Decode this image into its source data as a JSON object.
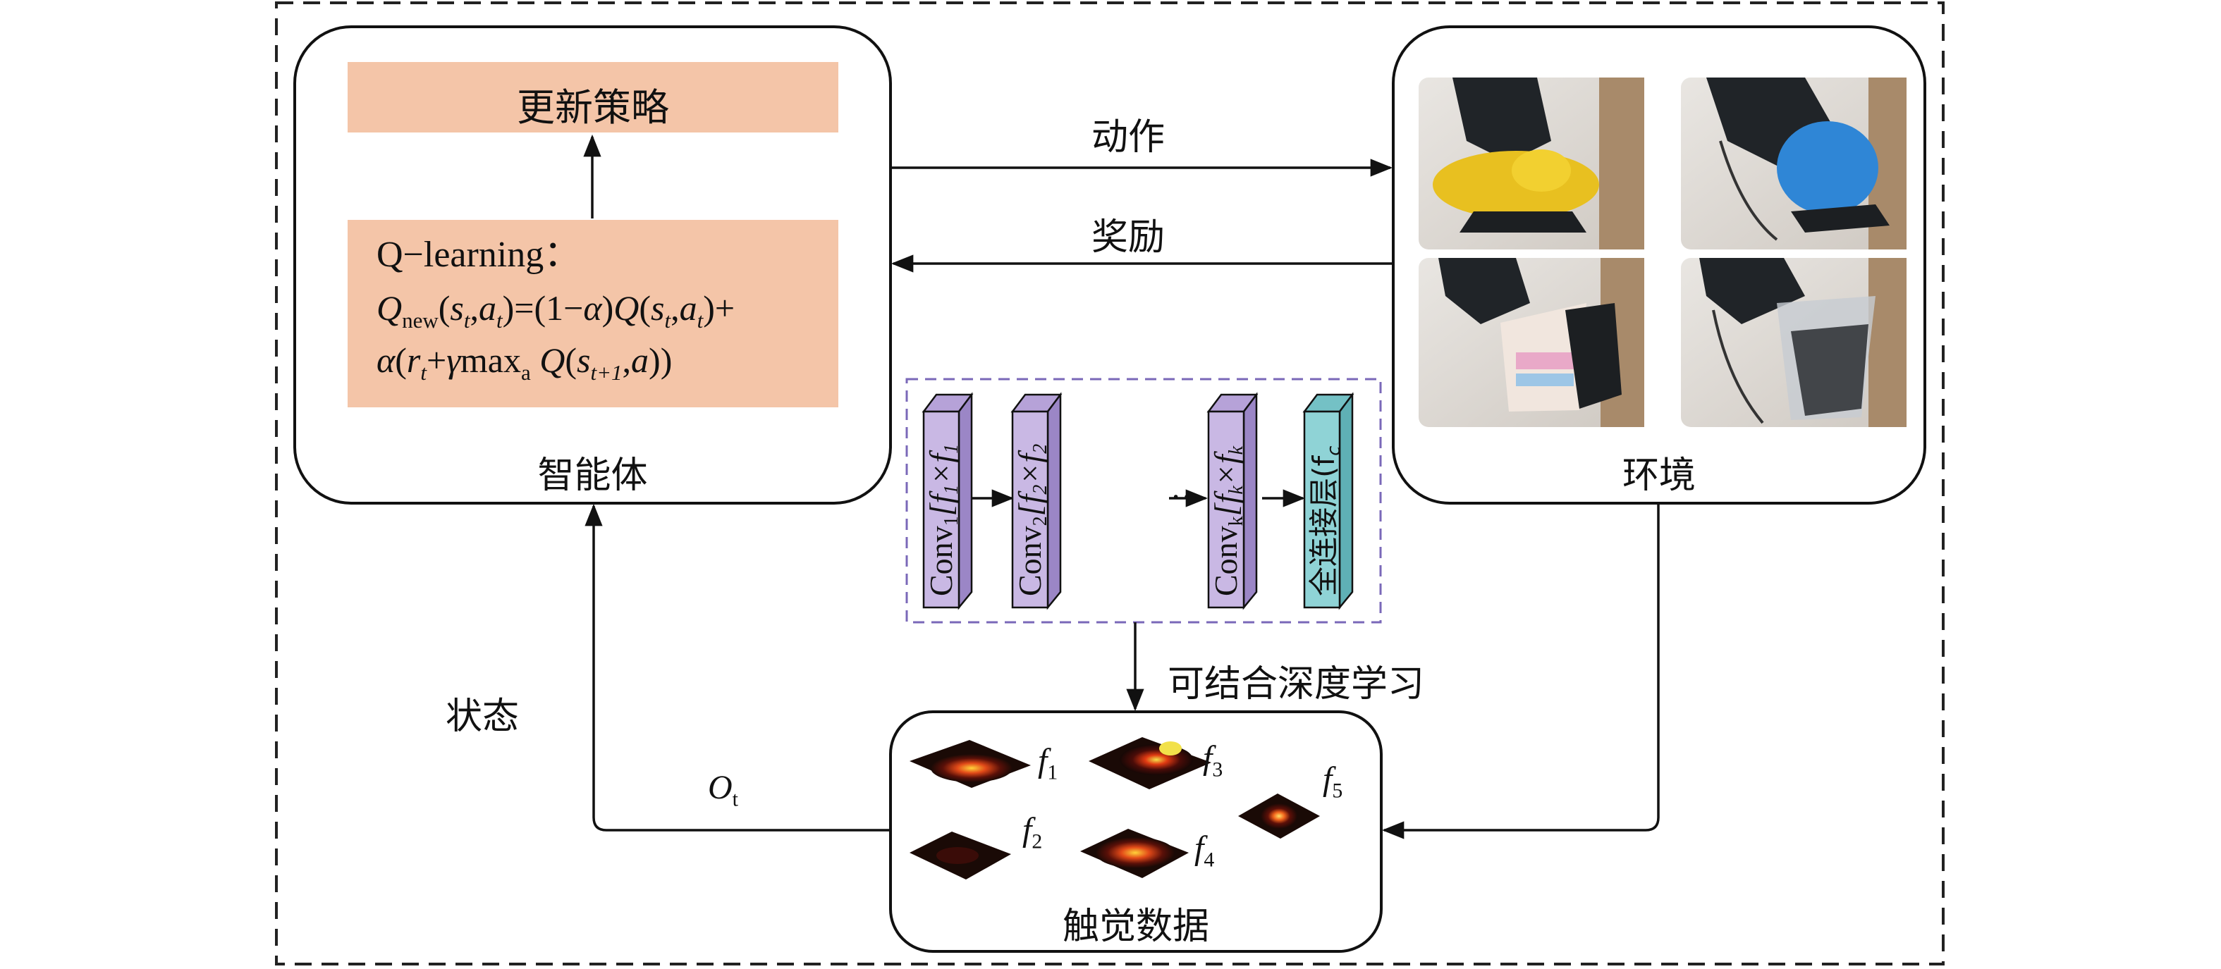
{
  "agent": {
    "title": "智能体",
    "update_label": "更新策略",
    "q_heading": "Q−learning：",
    "formula": {
      "q": "Q",
      "q_sub": "new",
      "s": "s",
      "s_sub": "t",
      "a": "a",
      "a_sub": "t",
      "one_minus": "=(1−",
      "alpha": "α",
      "r": "r",
      "r_sub": "t",
      "gamma": "γ",
      "max": "max",
      "max_sub": "a",
      "s_next_sub": "t+1"
    }
  },
  "environment": {
    "title": "环境",
    "photos": [
      {
        "name": "hand-yellow-object",
        "object_color": "#e8c020"
      },
      {
        "name": "hand-blue-ball",
        "object_color": "#2f86d6"
      },
      {
        "name": "hand-paper-cup",
        "object_color": "#e9a9c8"
      },
      {
        "name": "hand-clear-cup",
        "object_color": "#9aa3ad"
      }
    ]
  },
  "arrows": {
    "action": "动作",
    "reward": "奖励",
    "state": "状态",
    "observation": "O",
    "observation_sub": "t",
    "deep_learning": "可结合深度学习"
  },
  "network": {
    "layers": [
      {
        "name": "Conv",
        "sub": "1",
        "kernel": "[f",
        "kernel_sub": "1",
        "times": "×f",
        "times_sub": "1",
        "color": "#c9b8e4"
      },
      {
        "name": "Conv",
        "sub": "2",
        "kernel": "[f",
        "kernel_sub": "2",
        "times": "×f",
        "times_sub": "2",
        "color": "#c9b8e4"
      },
      {
        "name": "Conv",
        "sub": "k",
        "kernel": "[f",
        "kernel_sub": "k",
        "times": "×f",
        "times_sub": "k",
        "color": "#c9b8e4"
      },
      {
        "name": "全连接层(f",
        "sub": "c",
        "color": "#8fd3d6"
      }
    ],
    "ellipsis": "···"
  },
  "tactile": {
    "title": "触觉数据",
    "frames": [
      {
        "label": "f",
        "sub": "1"
      },
      {
        "label": "f",
        "sub": "2"
      },
      {
        "label": "f",
        "sub": "3"
      },
      {
        "label": "f",
        "sub": "4"
      },
      {
        "label": "f",
        "sub": "5"
      }
    ]
  },
  "colors": {
    "agent_box": "#f4c5a8",
    "conv_layer": "#c9b8e4",
    "fc_layer": "#8fd3d6",
    "network_border": "#7a68b8"
  }
}
